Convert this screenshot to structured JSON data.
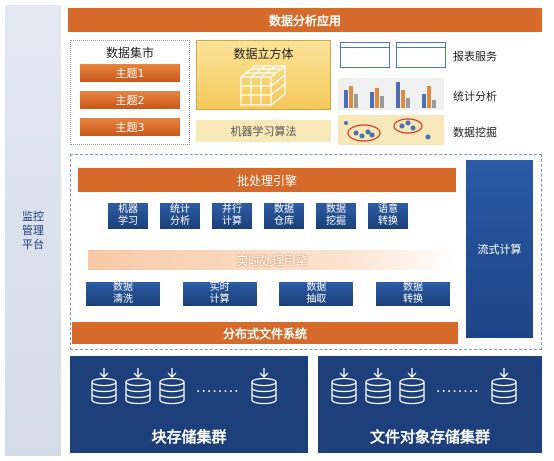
{
  "monitor": {
    "label": "监控\n管理\n平台"
  },
  "header": {
    "title": "数据分析应用"
  },
  "datamart": {
    "title": "数据集市",
    "themes": [
      "主题1",
      "主题2",
      "主题3"
    ]
  },
  "cube": {
    "title": "数据立方体"
  },
  "ml": {
    "label": "机器学习算法"
  },
  "services": {
    "report": "报表服务",
    "stats": "统计分析",
    "mining": "数据挖掘"
  },
  "batch": {
    "title": "批处理引擎",
    "items": [
      "机器\n学习",
      "统计\n分析",
      "并行\n计算",
      "数据\n仓库",
      "数据\n挖掘",
      "语意\n转换"
    ]
  },
  "realtime": {
    "title": "实时处理引擎",
    "items": [
      "数据\n清洗",
      "实时\n计算",
      "数据\n抽取",
      "数据\n转换"
    ]
  },
  "stream": {
    "label": "流式计算"
  },
  "dfs": {
    "label": "分布式文件系统"
  },
  "storage": {
    "block": {
      "title": "块存储集群",
      "ellipsis": "........"
    },
    "object": {
      "title": "文件对象存储集群",
      "ellipsis": "........"
    }
  },
  "colors": {
    "orange": "#d56a2a",
    "navy": "#1d3f7b",
    "blue": "#2d5da5",
    "yellow": "#f4c85a"
  }
}
